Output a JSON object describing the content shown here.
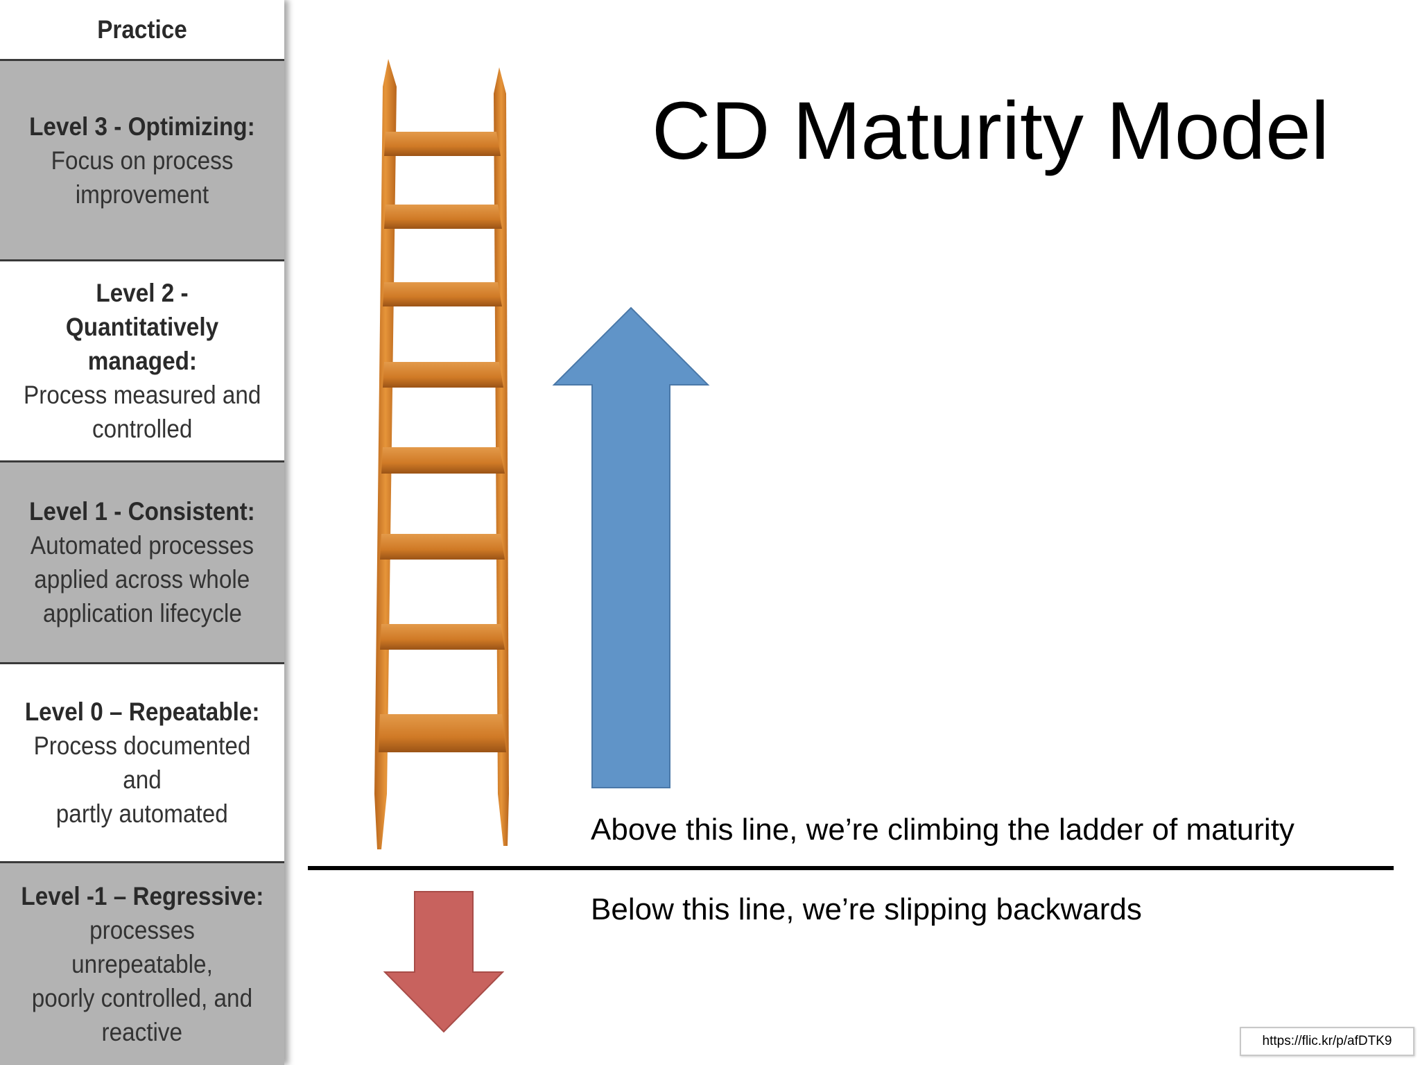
{
  "practice_column": {
    "header": "Practice",
    "levels": [
      {
        "title": "Level 3 - Optimizing:",
        "lines": [
          "Focus on process",
          "improvement"
        ]
      },
      {
        "title": "Level 2 - Quantitatively managed:",
        "title_lines": [
          "Level 2 - Quantitatively",
          "managed:"
        ],
        "lines": [
          "Process measured and",
          "controlled"
        ]
      },
      {
        "title": "Level 1 - Consistent:",
        "lines": [
          "Automated processes",
          "applied across whole",
          "application lifecycle"
        ]
      },
      {
        "title": "Level 0 – Repeatable:",
        "lines": [
          "Process documented and",
          "partly automated"
        ]
      },
      {
        "title": "Level -1 – Regressive:",
        "lines": [
          "processes unrepeatable,",
          "poorly controlled, and",
          "reactive"
        ]
      }
    ]
  },
  "slide": {
    "title": "CD Maturity Model",
    "caption_above": "Above this line, we’re climbing the ladder of maturity",
    "caption_below": "Below this line, we’re slipping backwards",
    "source_url": "https://flic.kr/p/afDTK9"
  },
  "colors": {
    "up_arrow": "#6094c8",
    "down_arrow": "#c8625e",
    "ladder": "#d9822b",
    "gray_cell": "#b3b3b3"
  }
}
